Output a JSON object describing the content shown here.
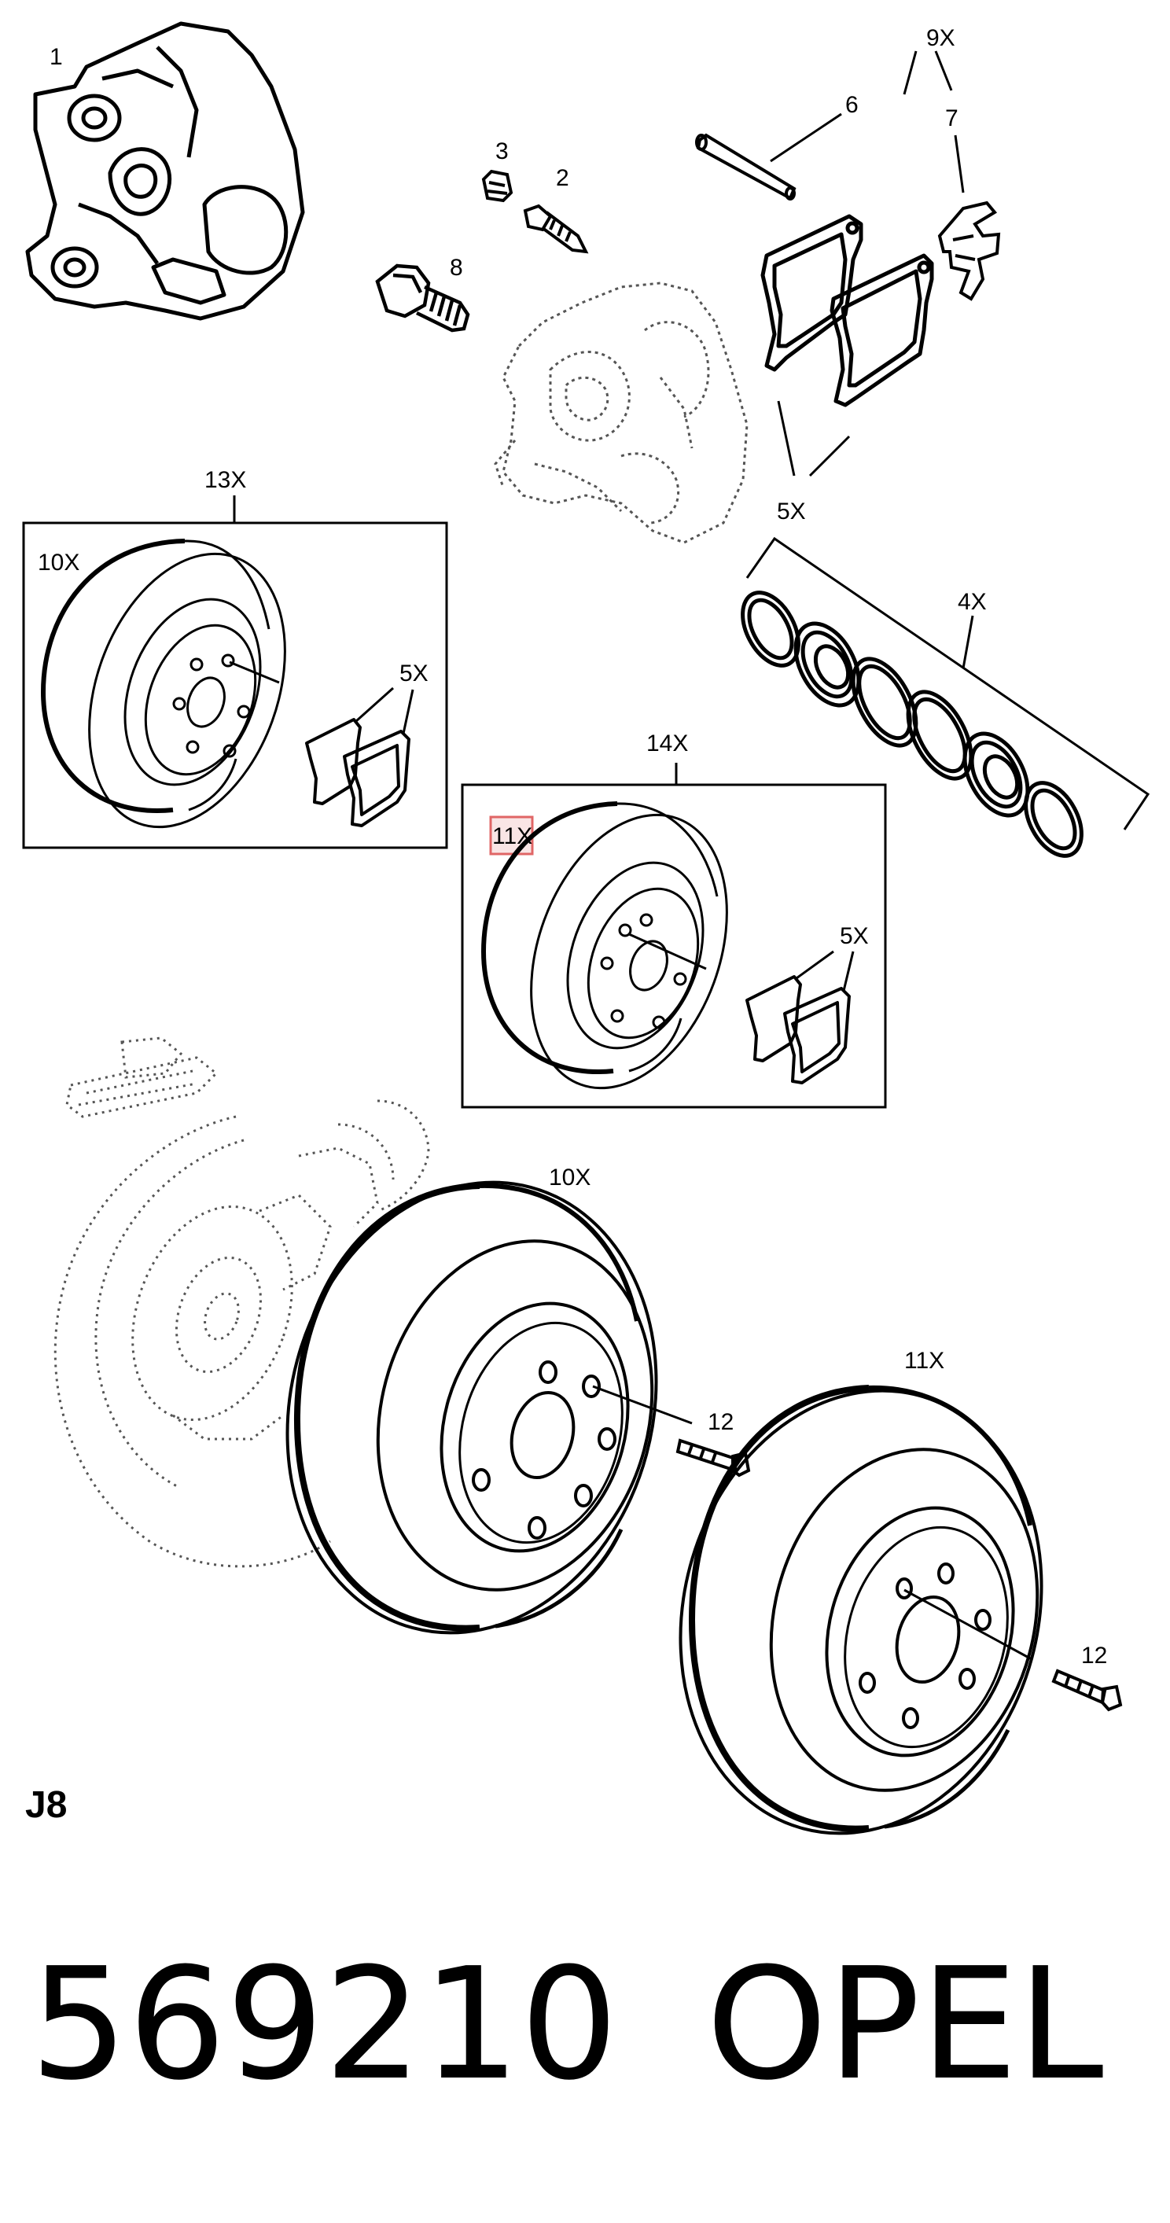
{
  "labels": {
    "caliper": "1",
    "bolt_2": "2",
    "cap_3": "3",
    "pin_6": "6",
    "spring_7": "7",
    "bolt_8": "8",
    "pin_kit": "9X",
    "seal_kit": "4X",
    "pads_main": "5X",
    "kit13": "13X",
    "kit13_disc": "10X",
    "kit13_pads": "5X",
    "kit14": "14X",
    "kit14_disc": "11X",
    "kit14_pads": "5X",
    "disc_10": "10X",
    "disc_11": "11X",
    "screw_12a": "12",
    "screw_12b": "12"
  },
  "section_code": "J8",
  "footer": {
    "part_number": "569210",
    "brand": "OPEL"
  },
  "highlight_color": "#e06666",
  "icons": [
    "caliper-icon",
    "bolt-icon",
    "pin-icon",
    "spring-clip-icon",
    "brake-pad-icon",
    "seal-ring-icon",
    "brake-disc-icon",
    "backing-plate-icon",
    "screw-icon"
  ]
}
